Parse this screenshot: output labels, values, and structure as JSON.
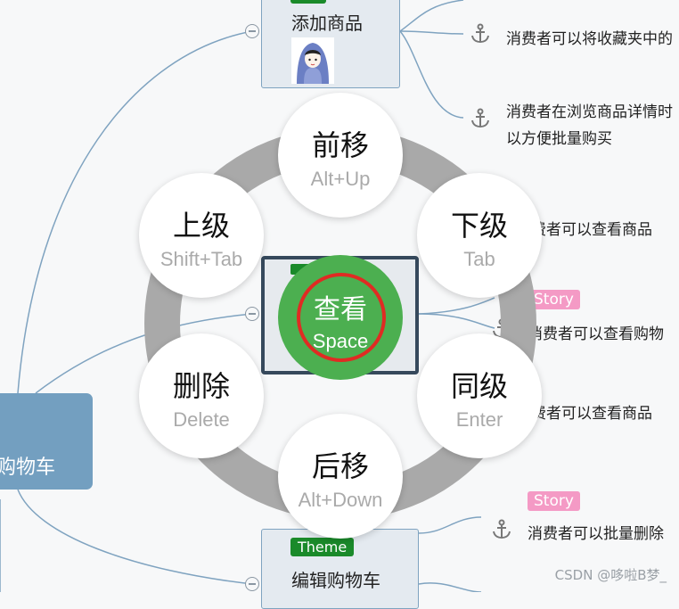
{
  "mindmap": {
    "root_label": "购物车",
    "top_node": {
      "label": "添加商品"
    },
    "bottom_node": {
      "theme_tag": "Theme",
      "label": "编辑购物车"
    },
    "leaves": [
      {
        "text": "消费者可以将收藏夹中的"
      },
      {
        "text_line1": "消费者在浏览商品详情时",
        "text_line2": "以方便批量购买"
      },
      {
        "text": "费者可以查看商品"
      },
      {
        "tag": "Story",
        "text": "消费者可以查看购物"
      },
      {
        "text": "费者可以查看商品"
      },
      {
        "tag": "Story",
        "text": "消费者可以批量删除"
      }
    ],
    "colors": {
      "theme": "#1a8a2a",
      "story": "#f49ac5",
      "root": "#739fc0",
      "line": "#7fa3c0"
    }
  },
  "radial_menu": {
    "center": {
      "title": "查看",
      "key": "Space",
      "color": "#4caf50"
    },
    "items": [
      {
        "title": "前移",
        "key": "Alt+Up"
      },
      {
        "title": "下级",
        "key": "Tab"
      },
      {
        "title": "同级",
        "key": "Enter"
      },
      {
        "title": "后移",
        "key": "Alt+Down"
      },
      {
        "title": "删除",
        "key": "Delete"
      },
      {
        "title": "上级",
        "key": "Shift+Tab"
      }
    ]
  },
  "watermark": "CSDN @哆啦B梦_"
}
